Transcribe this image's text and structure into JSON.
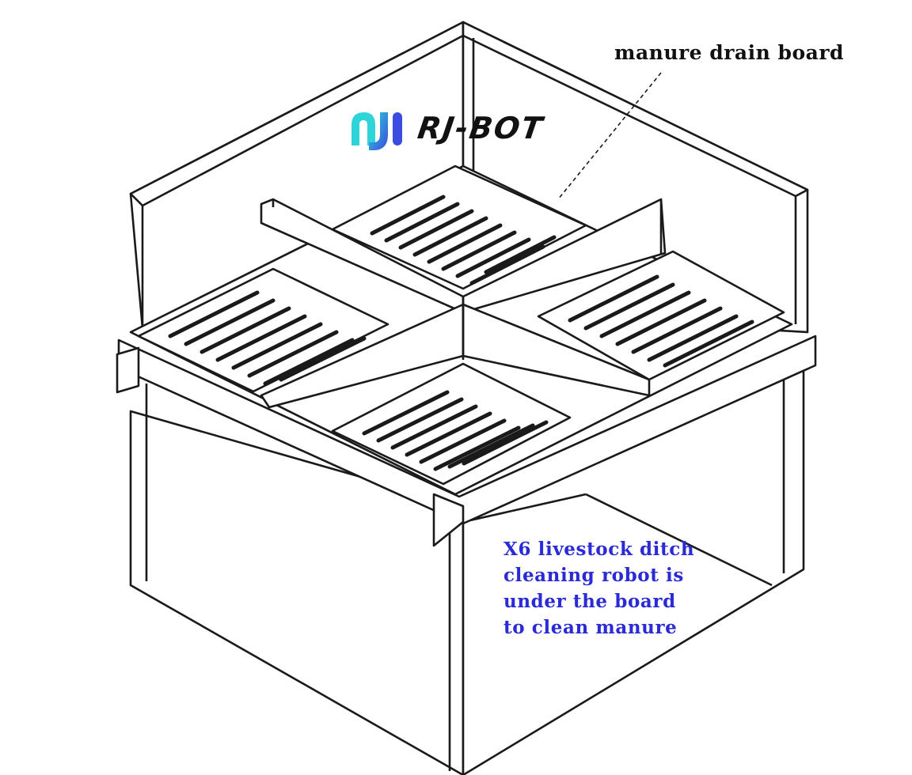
{
  "logo": {
    "brand_text": "RJ-BOT",
    "mark_icon": "rj-robot-logo-icon",
    "mark_colors": [
      "#2fd4d8",
      "#3a4de0"
    ]
  },
  "labels": {
    "drain_board": "manure drain board",
    "robot_note": [
      "X6 livestock ditch",
      "cleaning robot is",
      "under the board",
      "to clean manure"
    ]
  },
  "colors": {
    "line": "#1a1a1a",
    "label_dark": "#111111",
    "label_blue": "#2a2ad6"
  }
}
